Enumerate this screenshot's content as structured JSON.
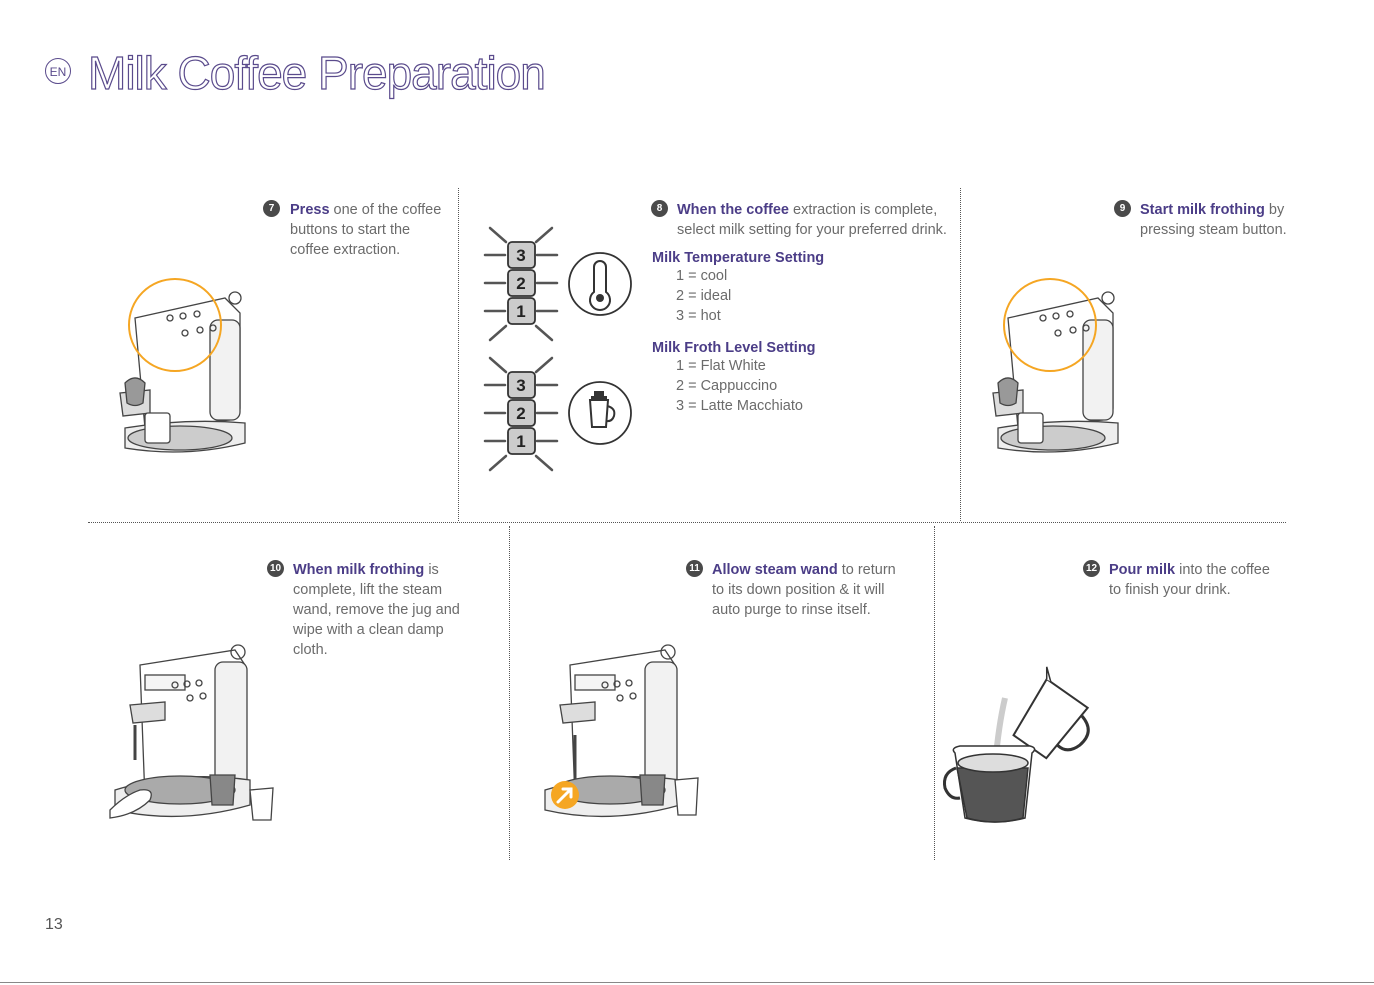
{
  "header": {
    "lang_badge": "EN",
    "title": "Milk Coffee Preparation"
  },
  "steps": [
    {
      "number": "7",
      "highlight": "Press",
      "text": " one of the coffee buttons to start the coffee extraction."
    },
    {
      "number": "8",
      "highlight": "When the coffee",
      "text": " extraction is complete, select milk setting for your preferred drink."
    },
    {
      "number": "9",
      "highlight": "Start milk frothing",
      "text": " by pressing steam button."
    },
    {
      "number": "10",
      "highlight": "When milk frothing",
      "text": " is complete, lift the steam wand, remove the jug and wipe with a clean damp cloth."
    },
    {
      "number": "11",
      "highlight": "Allow steam wand",
      "text": " to return to its down position & it will auto purge to rinse itself."
    },
    {
      "number": "12",
      "highlight": "Pour milk",
      "text": " into the coffee to finish your drink."
    }
  ],
  "milk_settings": {
    "temperature": {
      "heading": "Milk Temperature Setting",
      "items": [
        "1 = cool",
        "2 = ideal",
        "3 = hot"
      ]
    },
    "froth": {
      "heading": "Milk Froth Level Setting",
      "items": [
        "1 = Flat White",
        "2 = Cappuccino",
        "3 = Latte Macchiato"
      ]
    }
  },
  "level_buttons": [
    "3",
    "2",
    "1"
  ],
  "footer": {
    "page_number": "13"
  },
  "colors": {
    "brand": "#4b3d87",
    "highlight_circle": "#f5a623",
    "text": "#6b6b6b"
  }
}
